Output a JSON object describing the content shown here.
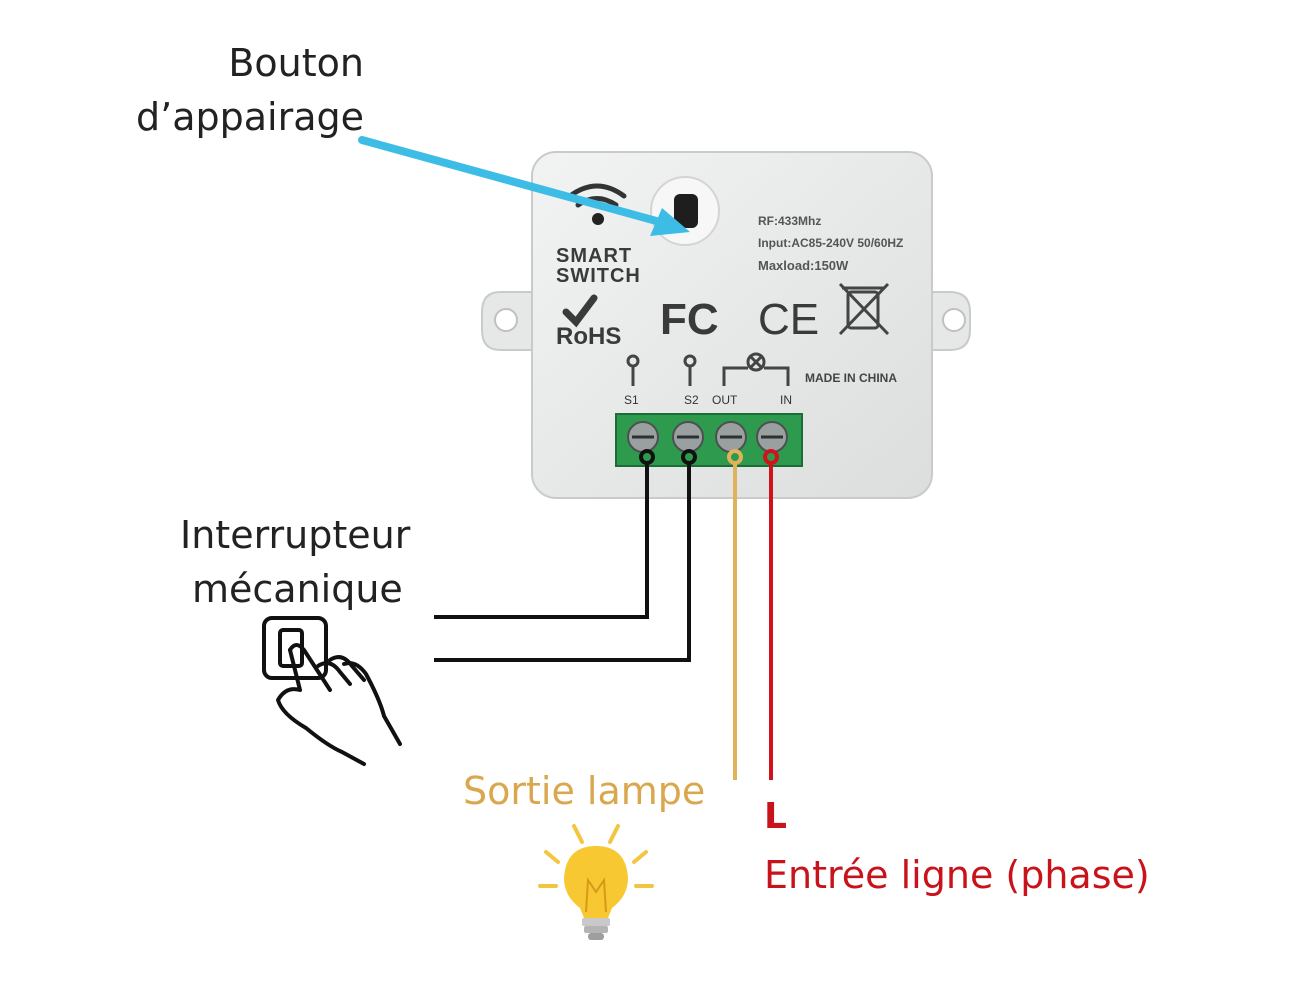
{
  "labels": {
    "pairing_button_line1": "Bouton",
    "pairing_button_line2": "d’appairage",
    "switch_line1": "Interrupteur",
    "switch_line2": "mécanique",
    "lamp_output": "Sortie lampe",
    "line_letter": "L",
    "line_input": "Entrée ligne (phase)"
  },
  "module": {
    "brand_line1": "SMART",
    "brand_line2": "SWITCH",
    "spec_rf": "RF:433Mhz",
    "spec_input": "Input:AC85-240V 50/60HZ",
    "spec_maxload": "Maxload:150W",
    "cert_rohs": "RoHS",
    "cert_fcc": "FC",
    "cert_ce": "CE",
    "origin": "MADE IN CHINA",
    "terminals": [
      "S1",
      "S2",
      "OUT",
      "IN"
    ]
  },
  "colors": {
    "pairing_arrow": "#3dbde6",
    "switch_wires": "#111111",
    "lamp_wire": "#e0b35a",
    "line_wire": "#d0121b",
    "lamp_text": "#d9a84e",
    "line_text": "#c8131b",
    "module_body": "#e9eaea",
    "terminal_block": "#2e9a4e"
  },
  "icons": [
    "wifi-icon",
    "hand-press-icon",
    "light-bulb-icon",
    "weee-bin-icon"
  ]
}
